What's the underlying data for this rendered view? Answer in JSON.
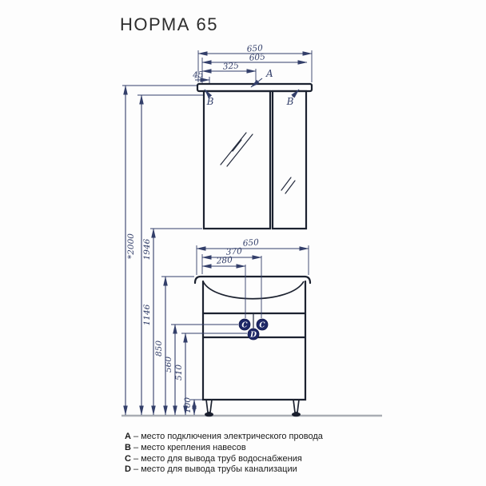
{
  "title": "НОРМА 65",
  "drawing": {
    "mirror_cabinet": {
      "width_top": "650",
      "width_body": "605",
      "width_to_a": "325",
      "width_edge": "45"
    },
    "vanity": {
      "width_top": "650",
      "width_to_c2": "370",
      "width_to_c1": "280"
    },
    "heights": {
      "total": "*2000",
      "to_shelf_underside": "1946",
      "to_mirror_bottom": "1146",
      "to_worktop": "850",
      "to_water_supply": "560",
      "to_drain": "510",
      "legs": "100"
    },
    "markers": {
      "a": "A",
      "b": "B",
      "c": "C",
      "d": "D"
    }
  },
  "legend": {
    "items": [
      {
        "key": "A",
        "sep": "–",
        "text": "место подключения электрического провода"
      },
      {
        "key": "B",
        "sep": "–",
        "text": "место крепления навесов"
      },
      {
        "key": "C",
        "sep": "–",
        "text": "место для вывода труб водоснабжения"
      },
      {
        "key": "D",
        "sep": "–",
        "text": "место для вывода трубы канализации"
      }
    ]
  },
  "colors": {
    "drawing_line": "#1c2230",
    "dimension": "#333f6a",
    "marker_fill": "#1d2766",
    "floor": "#a9adb4"
  }
}
